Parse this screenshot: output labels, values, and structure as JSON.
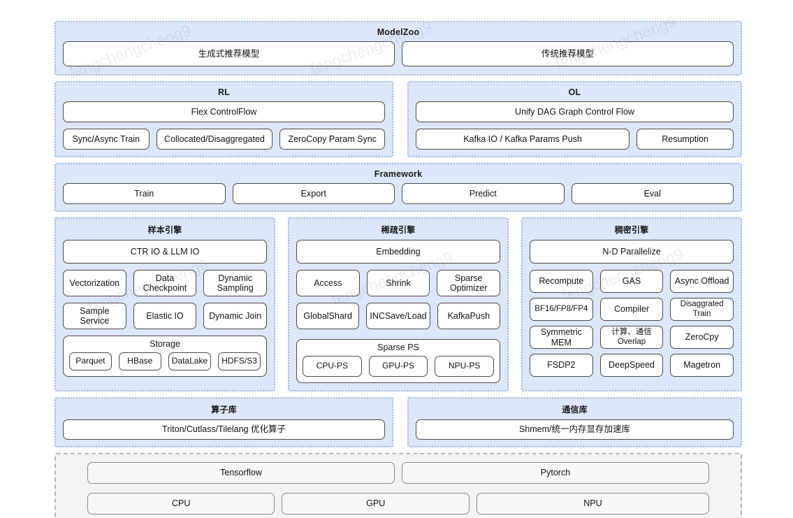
{
  "watermark": {
    "text": "fengchengcheng9"
  },
  "colors": {
    "panel_bg": "#dce7f9",
    "panel_border": "#9cb6e4",
    "box_bg": "#ffffff",
    "box_border": "#4a4a4a",
    "infra_bg": "#f3f3f3",
    "infra_border": "#b5b5b5"
  },
  "modelzoo": {
    "title": "ModelZoo",
    "items": [
      {
        "label": "生成式推荐模型"
      },
      {
        "label": "传统推荐模型"
      }
    ]
  },
  "rl": {
    "title": "RL",
    "main": "Flex ControlFlow",
    "items": [
      {
        "label": "Sync/Async Train"
      },
      {
        "label": "Collocated/Disaggregated"
      },
      {
        "label": "ZeroCopy Param Sync"
      }
    ]
  },
  "ol": {
    "title": "OL",
    "main": "Unify DAG Graph Control Flow",
    "items": [
      {
        "label": "Kafka  IO / Kafka Params Push"
      },
      {
        "label": "Resumption"
      }
    ]
  },
  "framework": {
    "title": "Framework",
    "items": [
      {
        "label": "Train"
      },
      {
        "label": "Export"
      },
      {
        "label": "Predict"
      },
      {
        "label": "Eval"
      }
    ]
  },
  "sample_engine": {
    "title": "样本引擎",
    "head": "CTR IO & LLM IO",
    "rows": [
      [
        {
          "label": "Vectorization"
        },
        {
          "label": "Data Checkpoint"
        },
        {
          "label": "Dynamic Sampling"
        }
      ],
      [
        {
          "label": "Sample Service"
        },
        {
          "label": "Elastic IO"
        },
        {
          "label": "Dynamic Join"
        }
      ]
    ],
    "group": {
      "title": "Storage",
      "items": [
        {
          "label": "Parquet"
        },
        {
          "label": "HBase"
        },
        {
          "label": "DataLake"
        },
        {
          "label": "HDFS/S3"
        }
      ]
    }
  },
  "sparse_engine": {
    "title": "稀疏引擎",
    "head": "Embedding",
    "rows": [
      [
        {
          "label": "Access"
        },
        {
          "label": "Shrink"
        },
        {
          "label": "Sparse Optimizer"
        }
      ],
      [
        {
          "label": "GlobalShard"
        },
        {
          "label": "INCSave/Load"
        },
        {
          "label": "KafkaPush"
        }
      ]
    ],
    "group": {
      "title": "Sparse PS",
      "items": [
        {
          "label": "CPU-PS"
        },
        {
          "label": "GPU-PS"
        },
        {
          "label": "NPU-PS"
        }
      ]
    }
  },
  "dense_engine": {
    "title": "稠密引擎",
    "head": "N-D Parallelize",
    "rows": [
      [
        {
          "label": "Recompute"
        },
        {
          "label": "GAS"
        },
        {
          "label": "Async Offload"
        }
      ],
      [
        {
          "label": "BF16/FP8/FP4"
        },
        {
          "label": "Compiler"
        },
        {
          "label": "Disaggrated Train"
        }
      ],
      [
        {
          "label": "Symmetric MEM"
        },
        {
          "label": "计算、通信 Overlap"
        },
        {
          "label": "ZeroCpy"
        }
      ],
      [
        {
          "label": "FSDP2"
        },
        {
          "label": "DeepSpeed"
        },
        {
          "label": "Magetron"
        }
      ]
    ]
  },
  "op_lib": {
    "title": "算子库",
    "main": "Triton/Cutlass/Tilelang 优化算子"
  },
  "comm_lib": {
    "title": "通信库",
    "main": "Shmem/统一内存显存加速库"
  },
  "infra": {
    "frameworks": [
      {
        "label": "Tensorflow"
      },
      {
        "label": "Pytorch"
      }
    ],
    "hardware": [
      {
        "label": "CPU"
      },
      {
        "label": "GPU"
      },
      {
        "label": "NPU"
      }
    ]
  }
}
